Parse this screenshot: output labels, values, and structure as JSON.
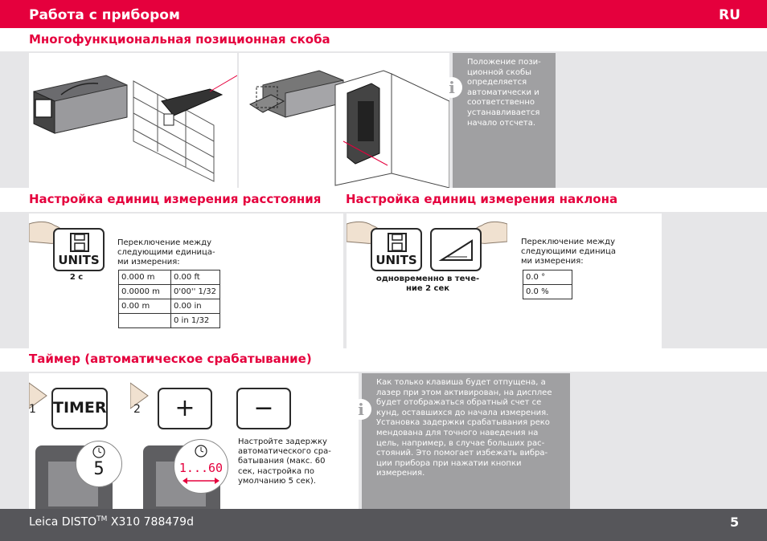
{
  "header": {
    "title": "Работа с прибором",
    "lang": "RU"
  },
  "sections": {
    "bracket": {
      "title": "Многофункциональная позиционная скоба"
    },
    "distance_units": {
      "title": "Настройка единиц измерения расстояния"
    },
    "tilt_units": {
      "title": "Настройка единиц измерения наклона"
    },
    "timer": {
      "title": "Таймер (автоматическое срабатывание)"
    }
  },
  "bracket_note": [
    "Положение пози-",
    "ционной скобы",
    "определяется",
    "автоматически и",
    "соответственно",
    "устанавливается",
    "начало отсчета."
  ],
  "distance": {
    "key_label": "UNITS",
    "duration": "2 с",
    "desc": [
      "Переключение между",
      "следующими единица-",
      "ми измерения:"
    ],
    "rows": [
      [
        "0.000 m",
        "0.00 ft"
      ],
      [
        "0.0000 m",
        "0'00'' 1/32"
      ],
      [
        "0.00 m",
        "0.00 in"
      ],
      [
        "",
        "0 in 1/32"
      ]
    ]
  },
  "tilt": {
    "key_label": "UNITS",
    "simultaneous": [
      "одновременно в тече-",
      "ние 2 сек"
    ],
    "desc": [
      "Переключение между",
      "следующими единица",
      "ми измерения:"
    ],
    "rows": [
      "0.0 °",
      "0.0 %"
    ]
  },
  "timer": {
    "step1": "1",
    "step2": "2",
    "key_label": "TIMER",
    "plus": "+",
    "minus": "−",
    "display1": "5",
    "display2": "1...60",
    "desc": [
      "Настройте задержку",
      "автоматического сра-",
      "батывания (макс. 60",
      "сек, настройка по",
      "умолчанию 5 сек)."
    ],
    "note": [
      "Как только клавиша будет отпущена, а",
      "лазер при этом активирован, на дисплее",
      "будет отображаться обратный счет се",
      "кунд, оставшихся до начала измерения.",
      "Установка задержки срабатывания реко",
      "мендована для точного наведения на",
      "цель, например, в случае больших рас-",
      "стояний. Это помогает избежать вибра-",
      "ции прибора при нажатии кнопки",
      "измерения."
    ]
  },
  "footer": {
    "product": "Leica DISTO",
    "tm": "TM",
    "model": " X310 788479d",
    "page": "5"
  },
  "icons": {
    "info": "i",
    "hand": "hand-press-icon",
    "save": "floppy-icon",
    "tilt": "angle-icon",
    "clock": "clock-icon"
  },
  "colors": {
    "brand_red": "#e5003d",
    "band_gray": "#e6e6e8",
    "note_gray": "#a0a0a2",
    "footer_gray": "#56565a"
  }
}
